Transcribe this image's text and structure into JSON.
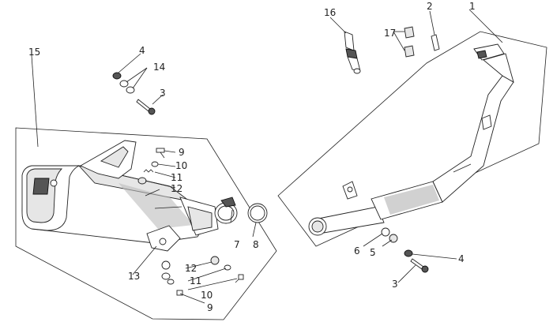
{
  "diagram": {
    "type": "exploded-parts-diagram",
    "colors": {
      "line": "#222222",
      "background": "#ffffff",
      "shade": "#bdbdbd"
    },
    "callouts": {
      "c1": "1",
      "c2": "2",
      "c3a": "3",
      "c3b": "3",
      "c4a": "4",
      "c4b": "4",
      "c5": "5",
      "c6": "6",
      "c7": "7",
      "c8": "8",
      "c9a": "9",
      "c9b": "9",
      "c10a": "10",
      "c10b": "10",
      "c11a": "11",
      "c11b": "11",
      "c12a": "12",
      "c12b": "12",
      "c13": "13",
      "c14": "14",
      "c15": "15",
      "c16": "16",
      "c17": "17"
    }
  }
}
